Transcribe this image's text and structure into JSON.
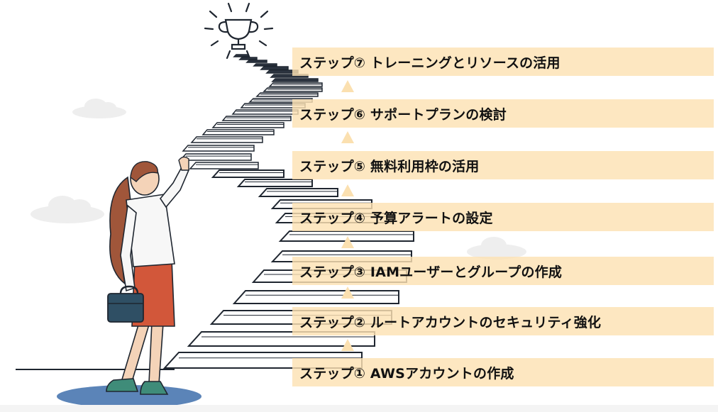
{
  "steps": [
    {
      "label": "ステップ① AWSアカウントの作成"
    },
    {
      "label": "ステップ② ルートアカウントのセキュリティ強化"
    },
    {
      "label": "ステップ③ IAMユーザーとグループの作成"
    },
    {
      "label": "ステップ④ 予算アラートの設定"
    },
    {
      "label": "ステップ⑤ 無料利用枠の活用"
    },
    {
      "label": "ステップ⑥ サポートプランの検討"
    },
    {
      "label": "ステップ⑦ トレーニングとリソースの活用"
    }
  ],
  "colors": {
    "bar_fill": "#fde2b3",
    "arrow_fill": "#fbe0b0",
    "stair_stroke": "#1f2630",
    "skirt": "#d2573a",
    "shadow": "#5b84b8",
    "cloud": "#eeeeee"
  },
  "icons": [
    "trophy-icon",
    "briefcase-icon"
  ]
}
